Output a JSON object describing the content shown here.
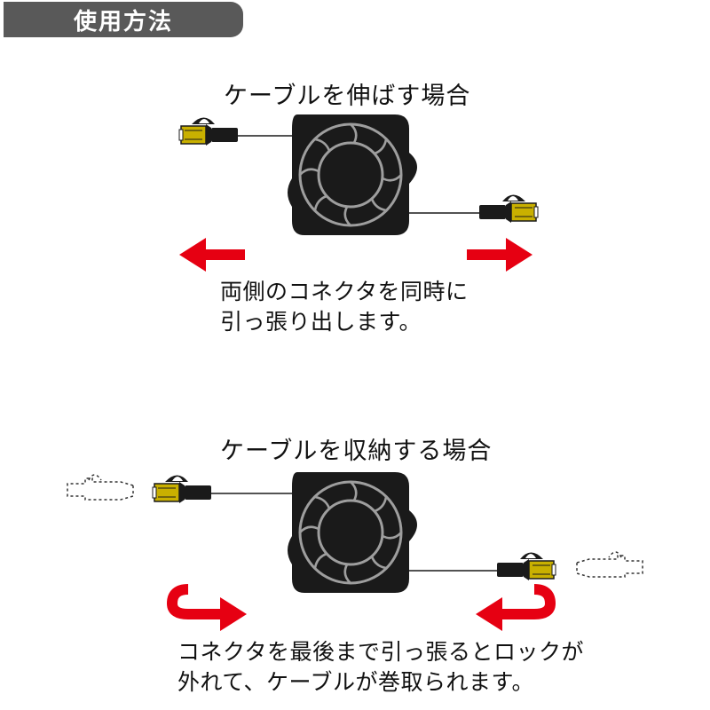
{
  "header": {
    "label": "使用方法"
  },
  "extend_section": {
    "title": "ケーブルを伸ばす場合",
    "description": [
      "両側のコネクタを同時に",
      "引っ張り出します。"
    ]
  },
  "retract_section": {
    "title": "ケーブルを収納する場合",
    "description": [
      "コネクタを最後まで引っ張るとロックが",
      "外れて、ケーブルが巻取られます。"
    ]
  },
  "colors": {
    "arrow": "#e60012",
    "reel": "#1a1a1a",
    "reel_ring": "#9e9e9e",
    "plug_gold": "#c9b000",
    "header_bg": "#595959"
  },
  "icons": [
    "cable-reel-icon",
    "rj45-plug-icon",
    "arrow-left-icon",
    "arrow-right-icon",
    "u-turn-arrow-icon"
  ]
}
